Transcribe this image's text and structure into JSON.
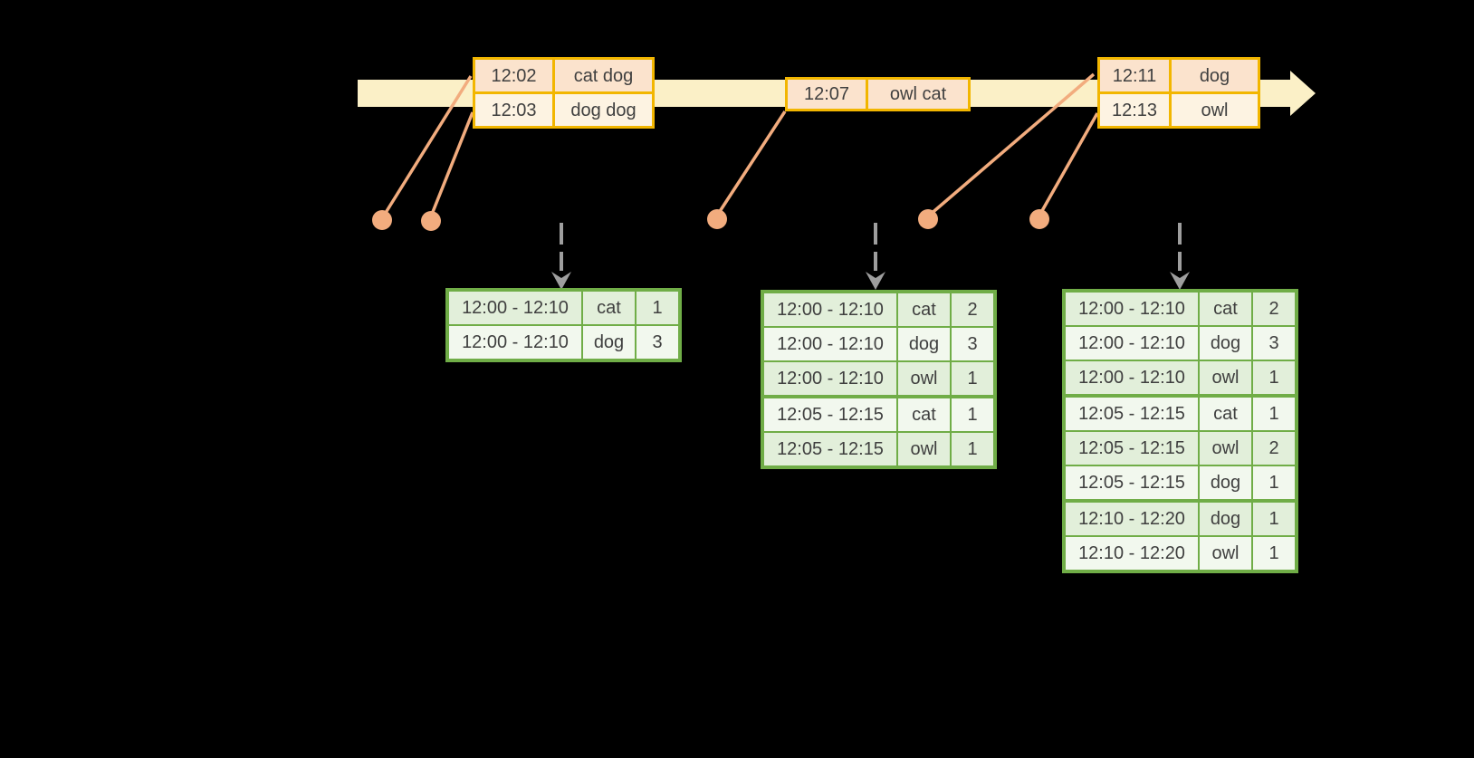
{
  "colors": {
    "background": "#000000",
    "timeline_arrow": "#FBF0C7",
    "event_table_border": "#F2B600",
    "event_row_peach": "#FBE3CD",
    "event_row_cream": "#FDF3E2",
    "event_connector": "#F2AC7E",
    "result_table_border": "#70AD47",
    "result_row_green": "#E2EFDA",
    "result_row_light": "#F2F8EE",
    "trigger_arrow_gray": "#9E9E9E",
    "text": "#3F3F3F"
  },
  "event_tables": [
    {
      "rows": [
        {
          "time": "12:02",
          "words": "cat dog"
        },
        {
          "time": "12:03",
          "words": "dog dog"
        }
      ]
    },
    {
      "rows": [
        {
          "time": "12:07",
          "words": "owl cat"
        }
      ]
    },
    {
      "rows": [
        {
          "time": "12:11",
          "words": "dog"
        },
        {
          "time": "12:13",
          "words": "owl"
        }
      ]
    }
  ],
  "result_tables": [
    {
      "rows": [
        {
          "window": "12:00 - 12:10",
          "word": "cat",
          "count": "1"
        },
        {
          "window": "12:00 - 12:10",
          "word": "dog",
          "count": "3"
        }
      ]
    },
    {
      "rows": [
        {
          "window": "12:00 - 12:10",
          "word": "cat",
          "count": "2"
        },
        {
          "window": "12:00 - 12:10",
          "word": "dog",
          "count": "3"
        },
        {
          "window": "12:00 - 12:10",
          "word": "owl",
          "count": "1"
        },
        {
          "window": "12:05 - 12:15",
          "word": "cat",
          "count": "1"
        },
        {
          "window": "12:05 - 12:15",
          "word": "owl",
          "count": "1"
        }
      ]
    },
    {
      "rows": [
        {
          "window": "12:00 - 12:10",
          "word": "cat",
          "count": "2"
        },
        {
          "window": "12:00 - 12:10",
          "word": "dog",
          "count": "3"
        },
        {
          "window": "12:00 - 12:10",
          "word": "owl",
          "count": "1"
        },
        {
          "window": "12:05 - 12:15",
          "word": "cat",
          "count": "1"
        },
        {
          "window": "12:05 - 12:15",
          "word": "owl",
          "count": "2"
        },
        {
          "window": "12:05 - 12:15",
          "word": "dog",
          "count": "1"
        },
        {
          "window": "12:10 - 12:20",
          "word": "dog",
          "count": "1"
        },
        {
          "window": "12:10 - 12:20",
          "word": "owl",
          "count": "1"
        }
      ]
    }
  ]
}
